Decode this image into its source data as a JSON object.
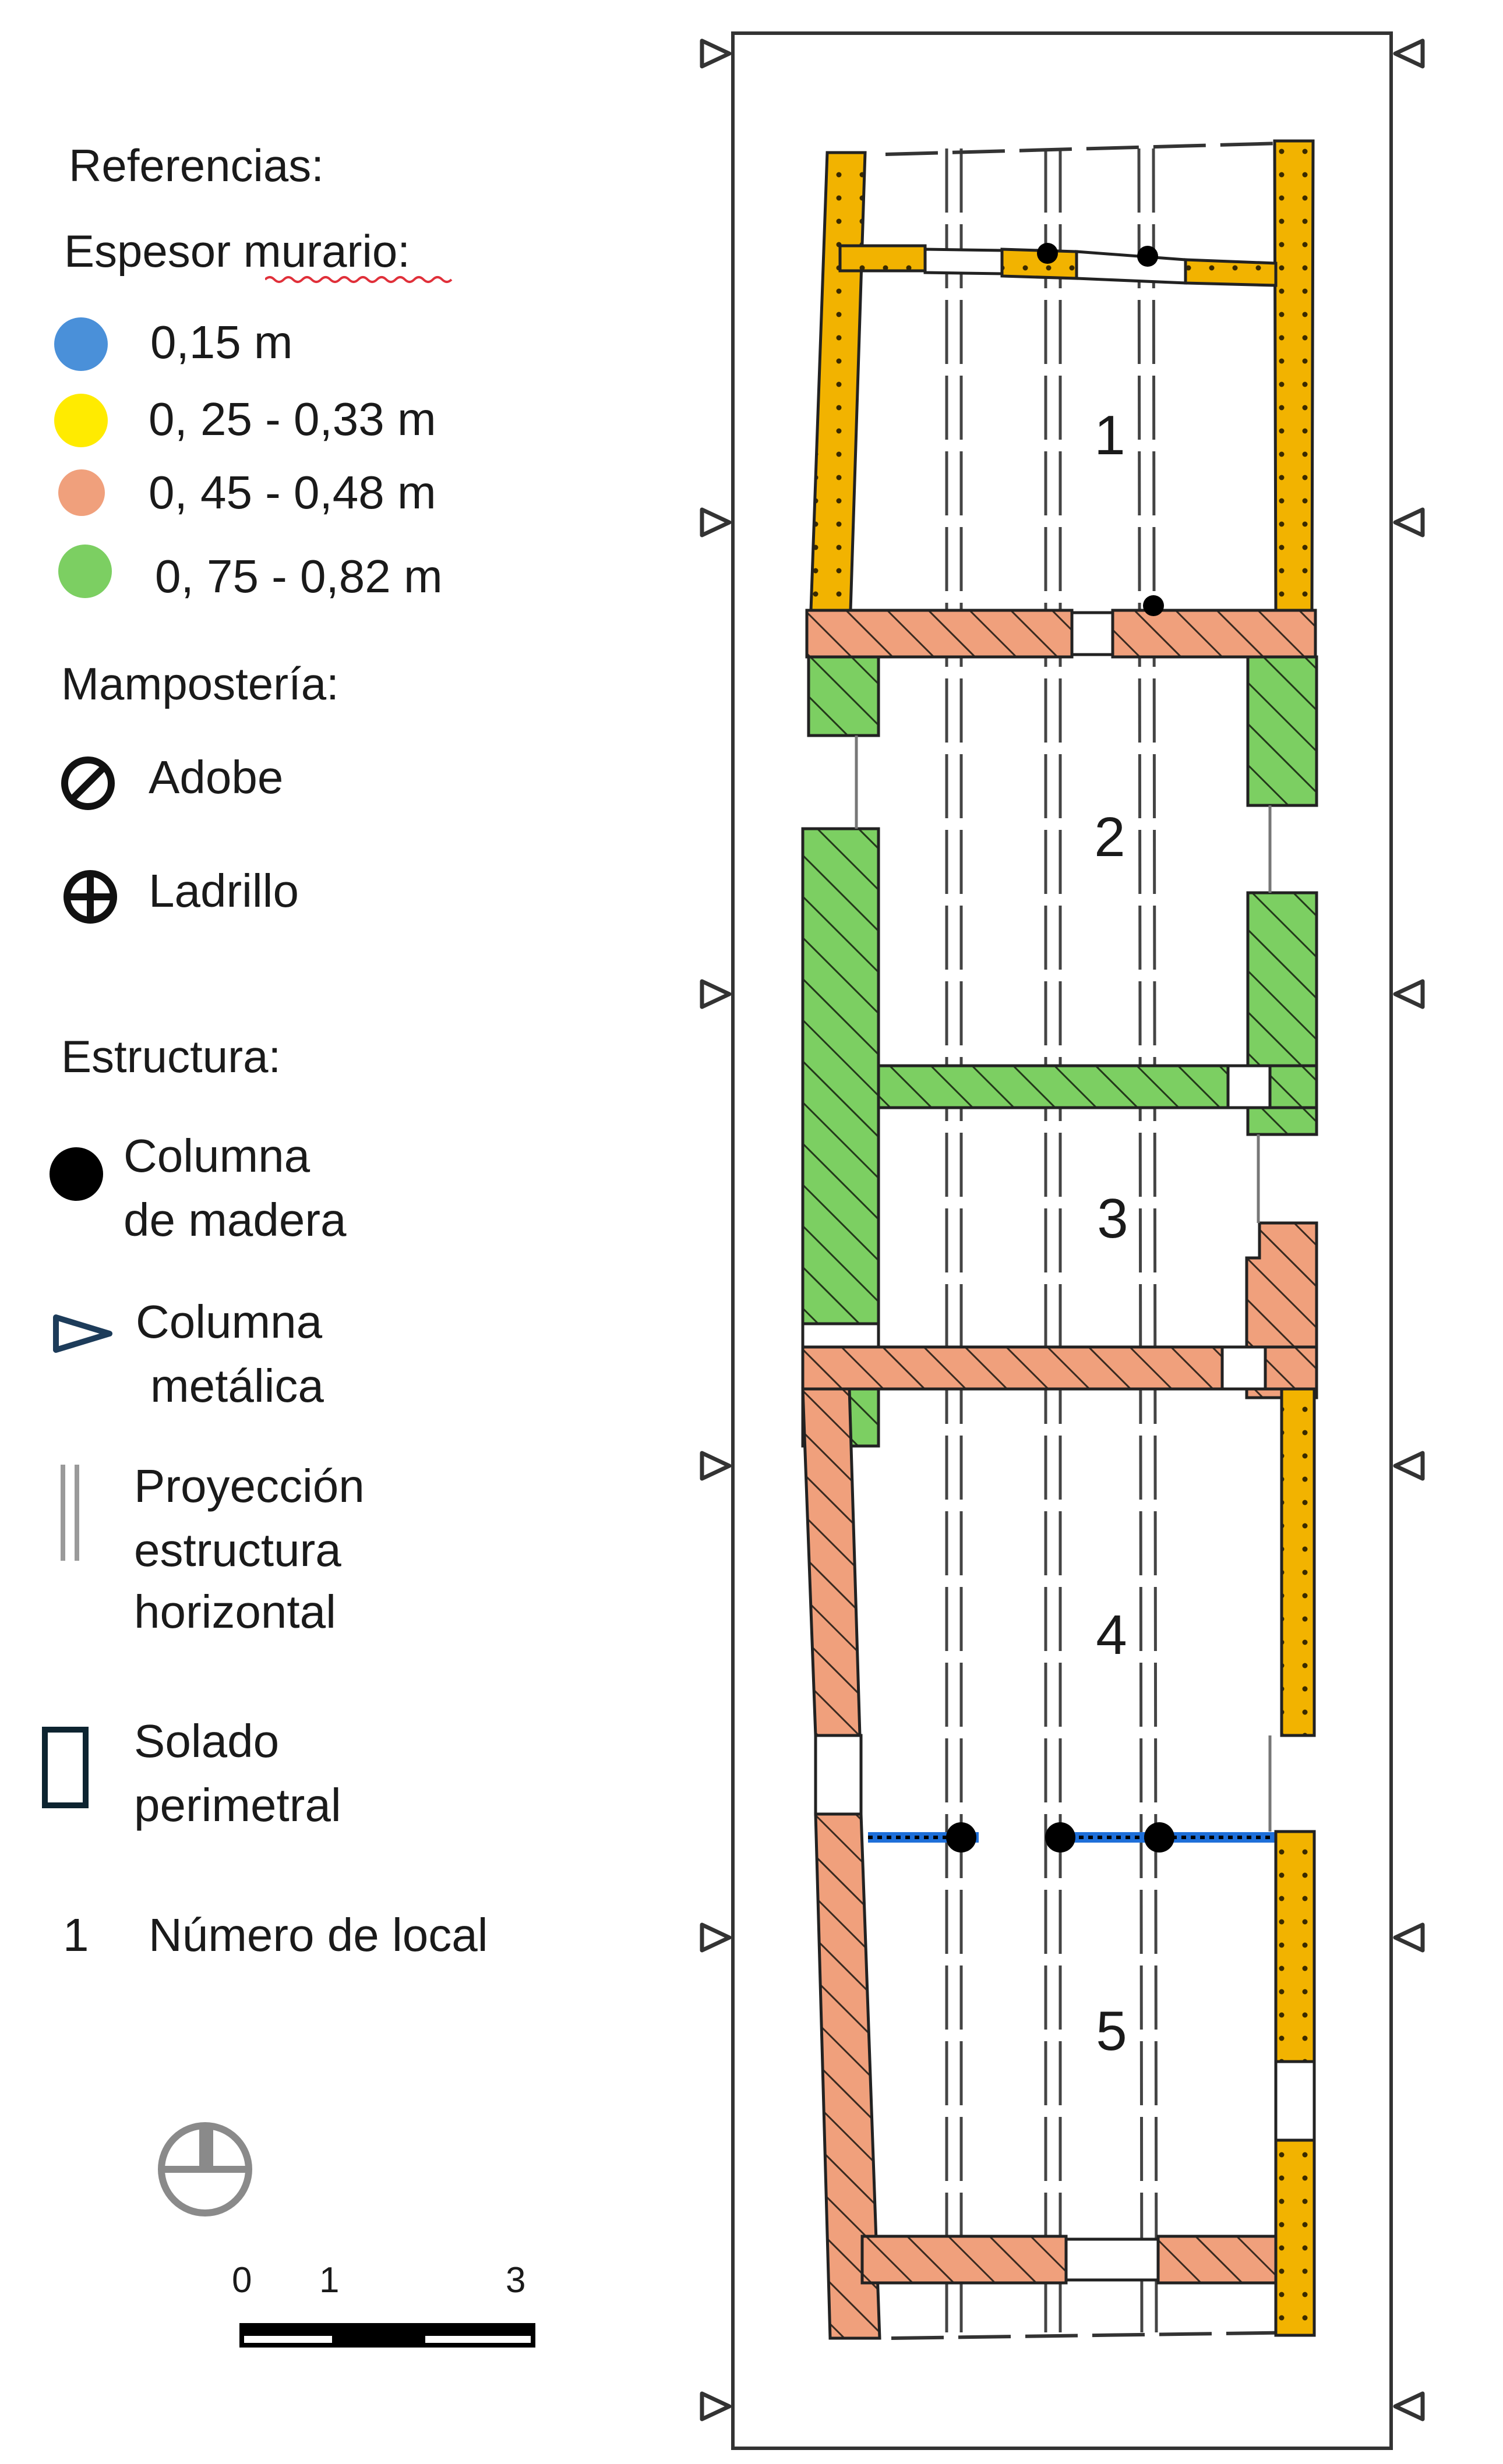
{
  "legend": {
    "title": "Referencias:",
    "wall_thickness": {
      "heading": "Espesor murario:",
      "items": [
        {
          "label": "0,15 m",
          "color": "#4a90d9"
        },
        {
          "label": "0, 25 - 0,33 m",
          "color": "#ffeb00"
        },
        {
          "label": "0, 45 - 0,48 m",
          "color": "#f0a07c"
        },
        {
          "label": "0, 75 - 0,82 m",
          "color": "#7ccf62"
        }
      ]
    },
    "masonry": {
      "heading": "Mampostería:",
      "items": [
        {
          "label": "Adobe",
          "icon": "adobe-symbol-icon"
        },
        {
          "label": "Ladrillo",
          "icon": "brick-symbol-icon"
        }
      ]
    },
    "structure": {
      "heading": "Estructura:",
      "wood_column": [
        "Columna",
        "de madera"
      ],
      "metal_column": [
        "Columna",
        "metálica"
      ],
      "projection": [
        "Proyección",
        "estructura",
        "horizontal"
      ]
    },
    "perimeter_floor": [
      "Solado",
      "perimetral"
    ],
    "room_number": {
      "symbol": "1",
      "label": "Número de local"
    },
    "scale": {
      "ticks": [
        "0",
        "1",
        "3"
      ]
    }
  },
  "plan": {
    "rooms": [
      "1",
      "2",
      "3",
      "4",
      "5"
    ],
    "colors": {
      "yellow": "#f2b300",
      "orange": "#f0a07c",
      "green": "#7ccf62",
      "blue": "#1e6fd9",
      "hatch": "#3a2a20"
    }
  }
}
